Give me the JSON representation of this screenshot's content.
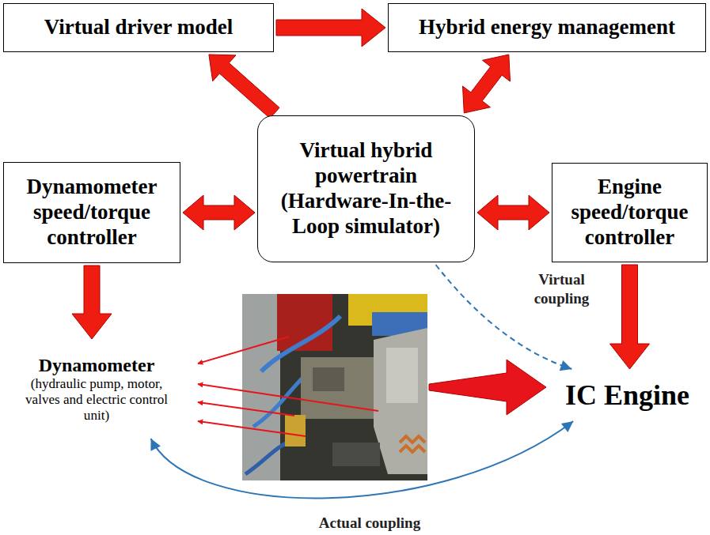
{
  "diagram": {
    "nodes": [
      {
        "text": [
          "Virtual driver model"
        ]
      },
      {
        "text": [
          "Hybrid energy management"
        ]
      },
      {
        "text": [
          "Virtual hybrid powertrain (Hardware-In-the-Loop simulator)"
        ]
      },
      {
        "text": [
          "Dynamometer speed/torque controller"
        ]
      },
      {
        "text": [
          "Engine speed/torque controller"
        ]
      },
      {
        "text": [
          "Dynamometer",
          "(hydraulic pump, motor, valves and electric control unit)"
        ]
      },
      {
        "text": [
          "IC Engine"
        ]
      }
    ],
    "edges": [
      {
        "from": 0,
        "to": 1,
        "arrow": "to"
      },
      {
        "from": 2,
        "to": 0,
        "arrow": "to"
      },
      {
        "from": 1,
        "to": 2,
        "arrow": "both"
      },
      {
        "from": 3,
        "to": 2,
        "arrow": "both"
      },
      {
        "from": 2,
        "to": 4,
        "arrow": "both"
      },
      {
        "from": 3,
        "to": 5,
        "arrow": "to"
      },
      {
        "from": 4,
        "to": 6,
        "arrow": "to"
      },
      {
        "from": 2,
        "to": 6,
        "label": "Virtual coupling",
        "arrow": "to"
      },
      {
        "from": 5,
        "to": 6,
        "label": "Actual coupling",
        "arrow": "both"
      }
    ]
  }
}
